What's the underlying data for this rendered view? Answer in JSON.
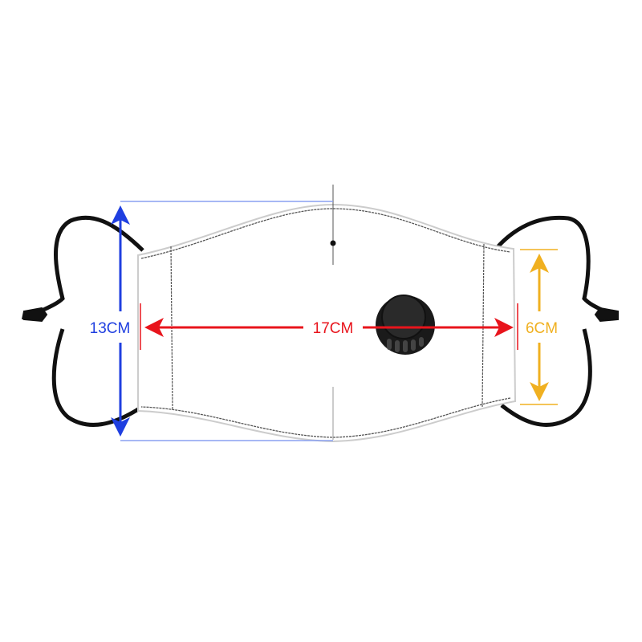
{
  "dimensions": {
    "height": {
      "label": "13CM",
      "color": "#1f3fe0"
    },
    "width": {
      "label": "17CM",
      "color": "#e8141c"
    },
    "side": {
      "label": "6CM",
      "color": "#f0b020"
    }
  }
}
